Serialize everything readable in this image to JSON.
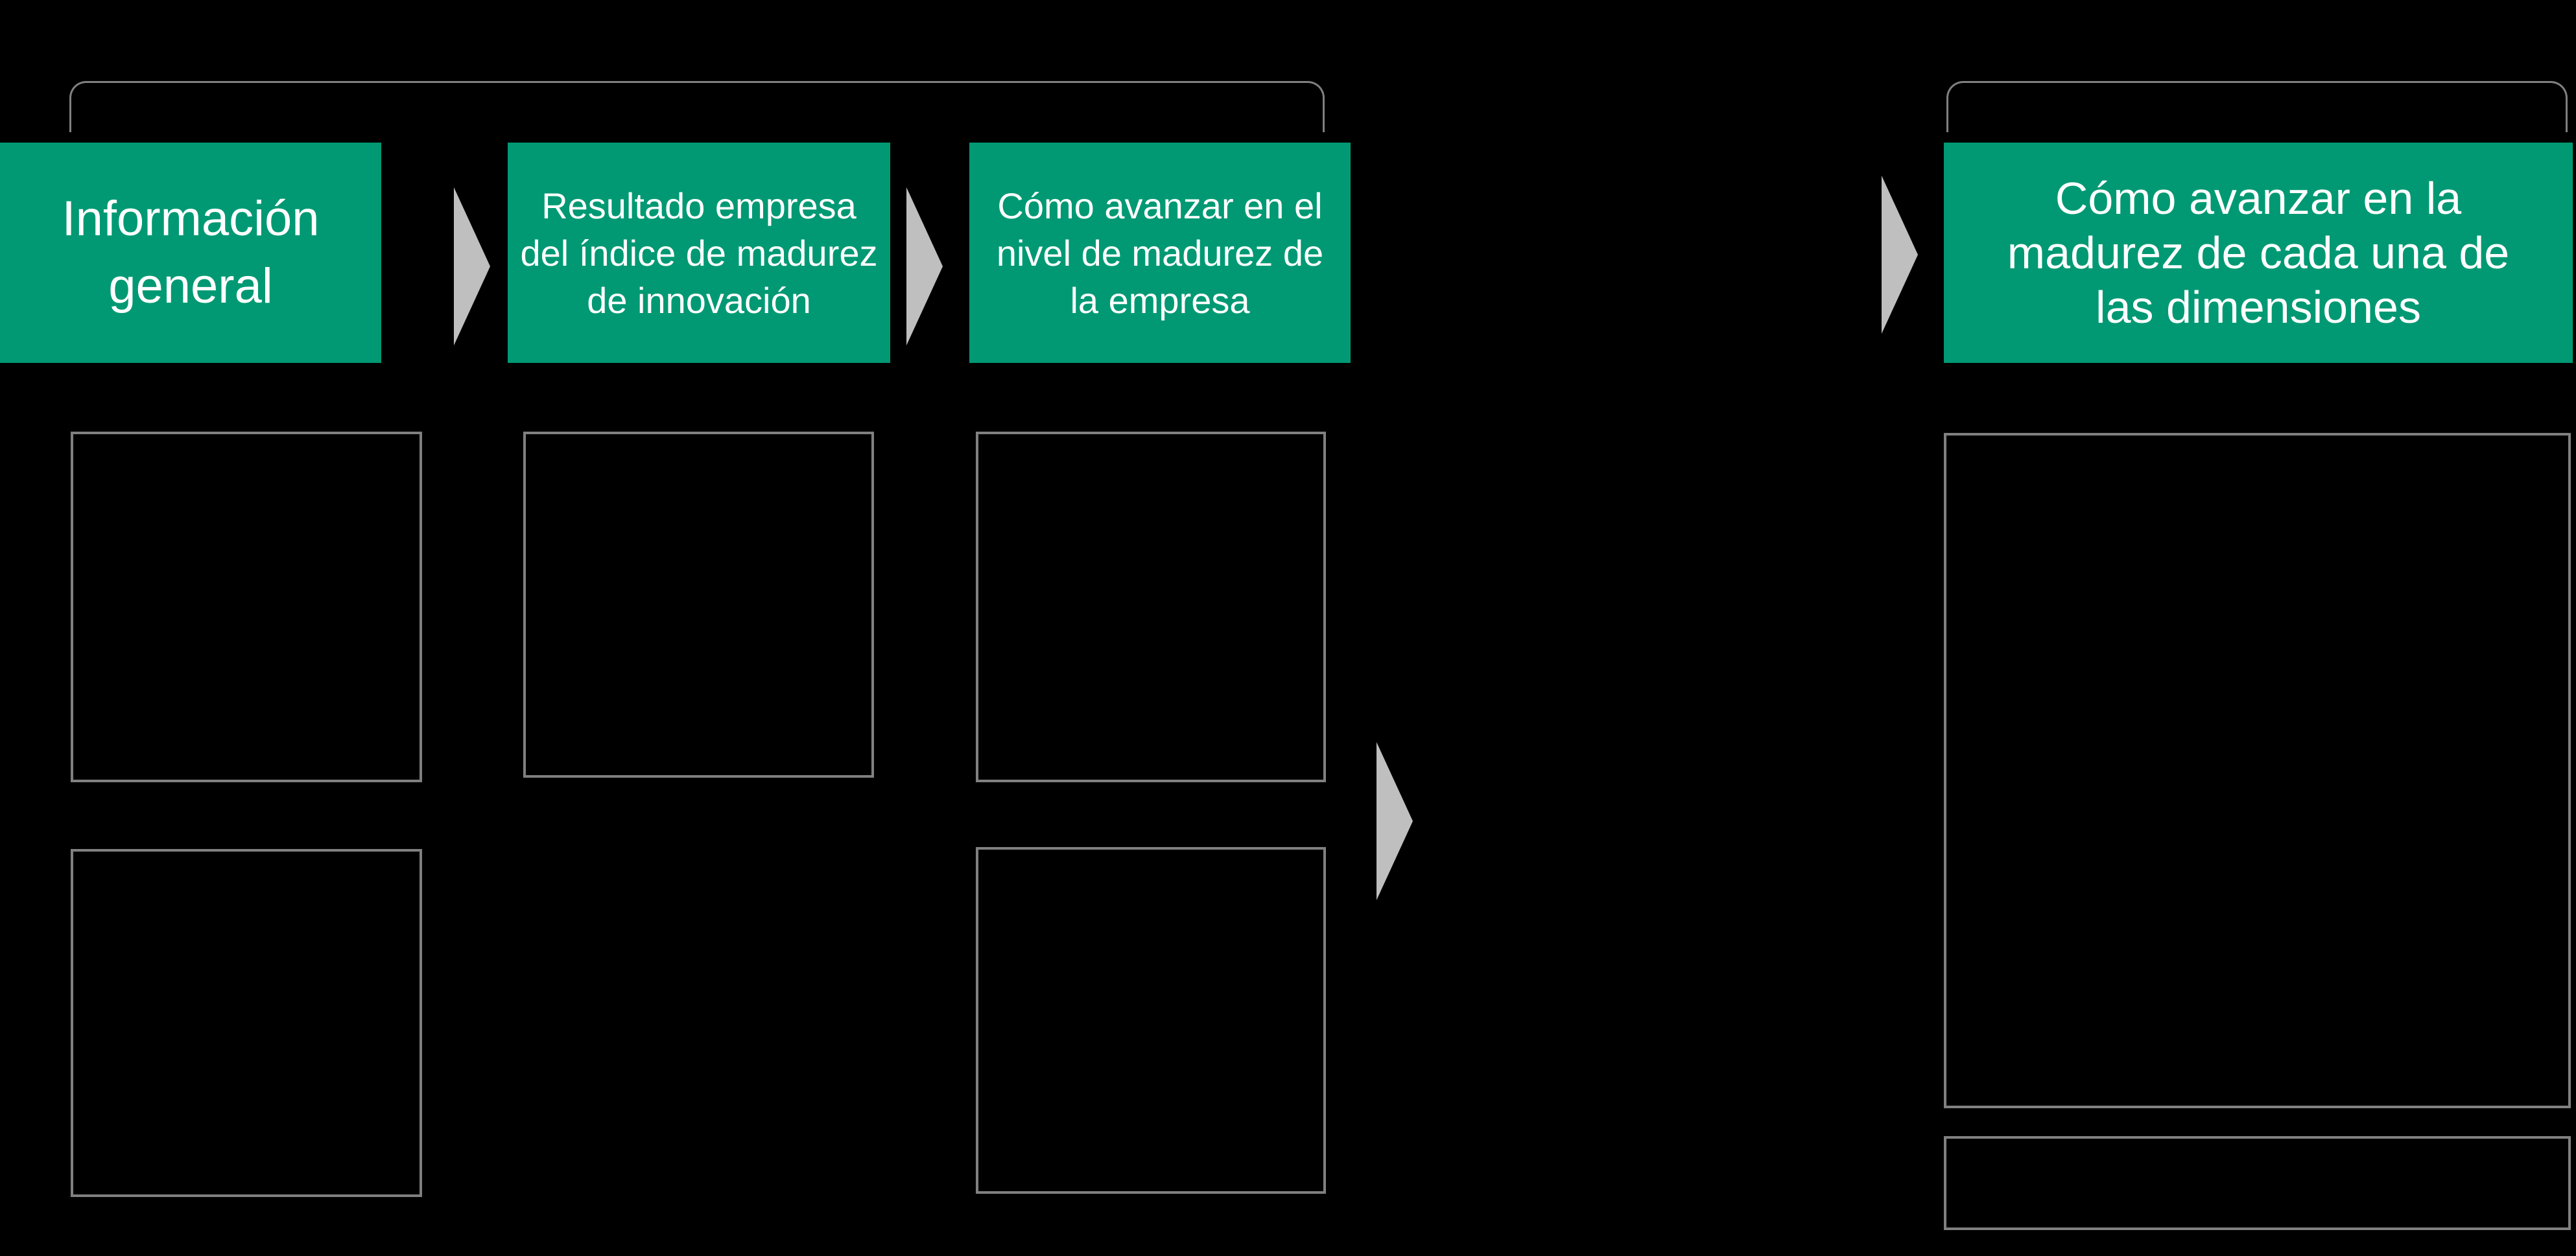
{
  "slide": {
    "background": "#000000",
    "colors": {
      "step_fill": "#009973",
      "step_text": "#FFFFFF",
      "arrow": "#BFBFBF",
      "placeholder_border": "#808080",
      "bracket_outline": "#808080"
    }
  },
  "steps": [
    {
      "label": "Información general",
      "lines": [
        "Información",
        "general"
      ]
    },
    {
      "label": "Resultado empresa del índice de madurez de innovación",
      "lines": [
        "Resultado empresa",
        "del índice de madurez",
        "de innovación"
      ]
    },
    {
      "label": "Cómo avanzar en el nivel de madurez de la empresa",
      "lines": [
        "Cómo avanzar en el",
        "nivel de madurez de",
        "la empresa"
      ]
    },
    {
      "label": "Cómo avanzar en la madurez de cada una de las dimensiones",
      "lines": [
        "Cómo avanzar en la",
        "madurez de cada una de",
        "las dimensiones"
      ]
    }
  ],
  "icons": {
    "flow_arrow": "right-triangle-chevron"
  }
}
